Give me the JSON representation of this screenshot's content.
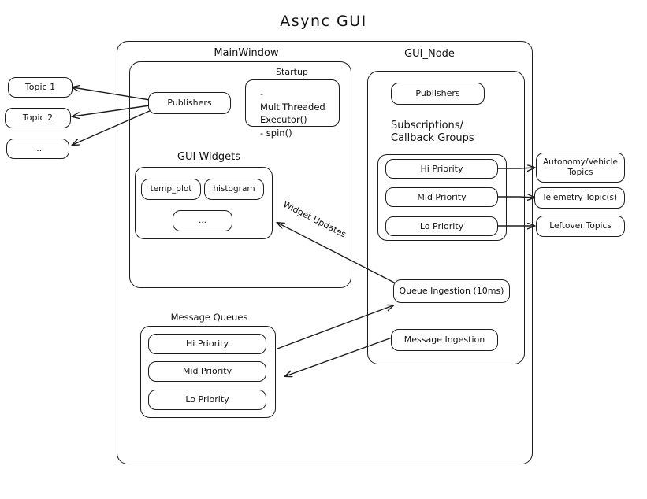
{
  "title": "Async GUI",
  "outer_container": {
    "name": "async-gui-system"
  },
  "external_topics": [
    {
      "label": "Topic 1"
    },
    {
      "label": "Topic 2"
    },
    {
      "label": "..."
    }
  ],
  "main_window": {
    "title": "MainWindow",
    "publishers": {
      "label": "Publishers"
    },
    "startup": {
      "title": "Startup",
      "items": "- MultiThreaded\n  Executor()\n- spin()"
    },
    "gui_widgets": {
      "title": "GUI Widgets",
      "widgets": [
        {
          "label": "temp_plot"
        },
        {
          "label": "histogram"
        },
        {
          "label": "..."
        }
      ]
    }
  },
  "message_queues": {
    "title": "Message Queues",
    "queues": [
      {
        "label": "Hi Priority"
      },
      {
        "label": "Mid Priority"
      },
      {
        "label": "Lo Priority"
      }
    ]
  },
  "gui_node": {
    "title": "GUI_Node",
    "publishers": {
      "label": "Publishers"
    },
    "subscriptions": {
      "title": "Subscriptions/\nCallback Groups",
      "groups": [
        {
          "label": "Hi Priority"
        },
        {
          "label": "Mid Priority"
        },
        {
          "label": "Lo Priority"
        }
      ]
    },
    "queue_ingestion": {
      "label": "Queue Ingestion (10ms)"
    },
    "message_ingestion": {
      "label": "Message Ingestion"
    }
  },
  "subscribed_topics": [
    {
      "label": "Autonomy/Vehicle\nTopics"
    },
    {
      "label": "Telemetry Topic(s)"
    },
    {
      "label": "Leftover Topics"
    }
  ],
  "arrow_labels": {
    "widget_updates": "Widget Updates"
  },
  "colors": {
    "stroke": "#1d1d1d",
    "background": "#ffffff",
    "text": "#111111"
  }
}
